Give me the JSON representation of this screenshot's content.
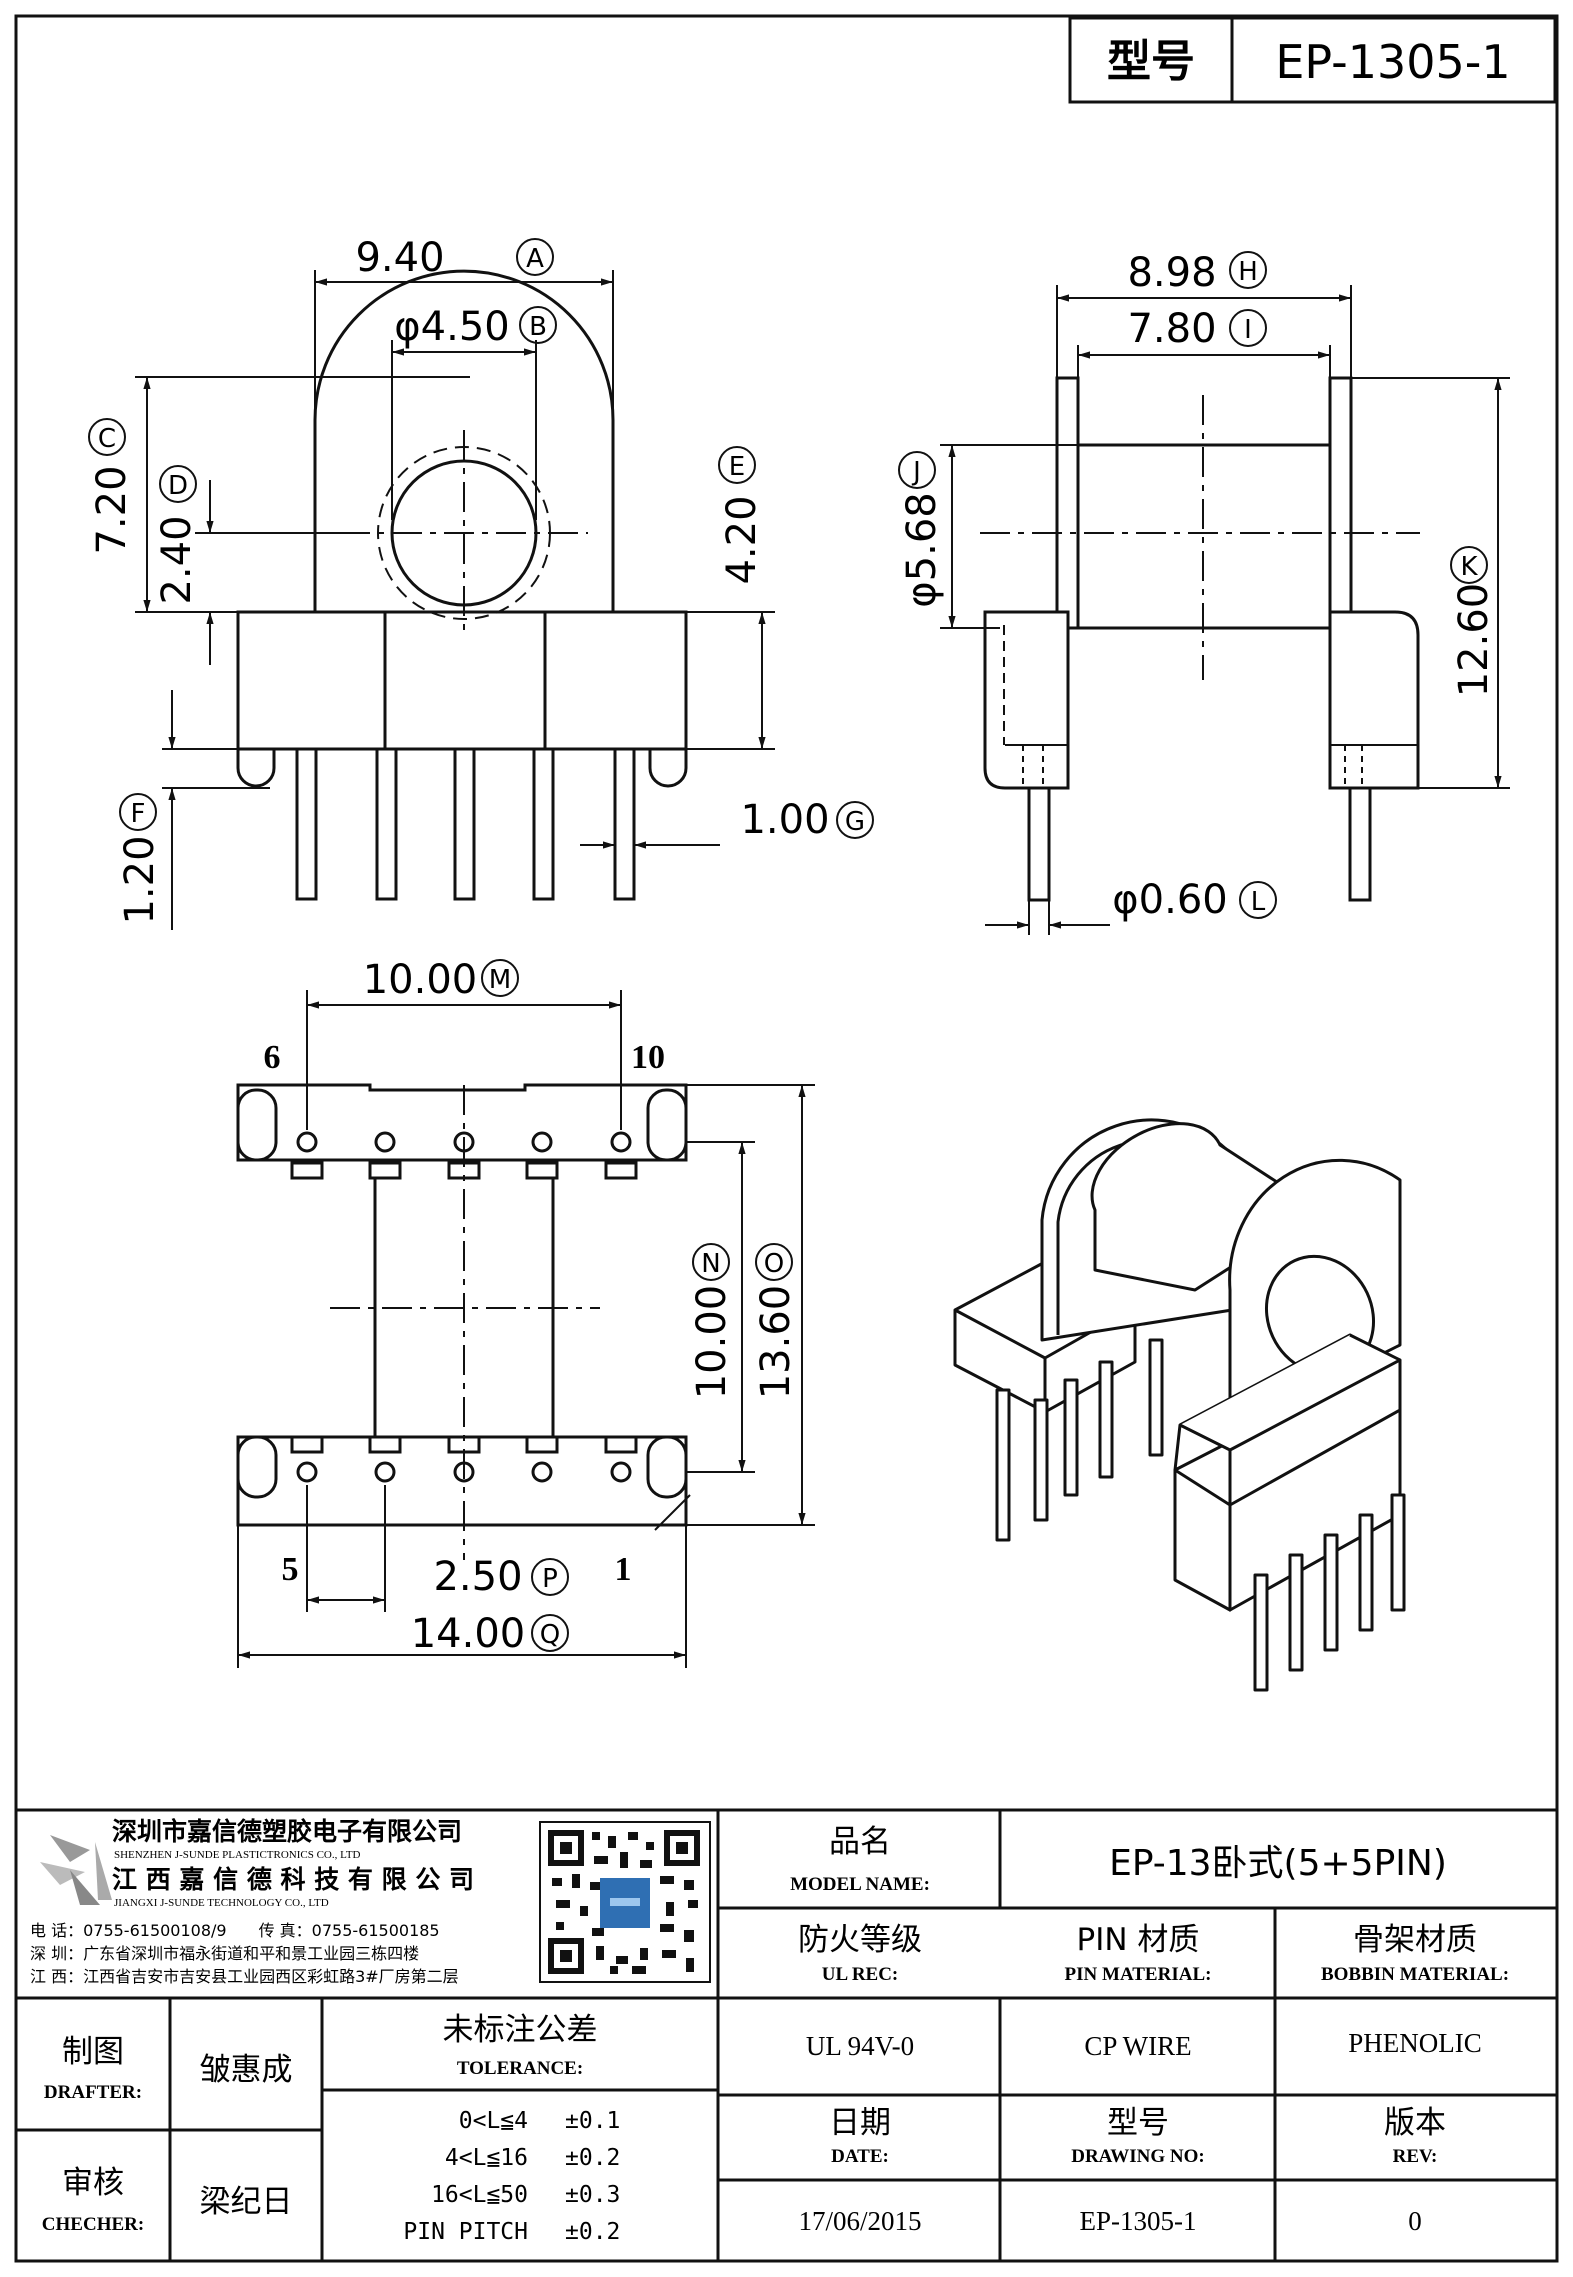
{
  "header": {
    "model_label": "型号",
    "model_value": "EP-1305-1"
  },
  "dimensions": {
    "A": {
      "value": "9.40",
      "tag": "A"
    },
    "B": {
      "value": "φ4.50",
      "tag": "B"
    },
    "C": {
      "value": "7.20",
      "tag": "C"
    },
    "D": {
      "value": "2.40",
      "tag": "D"
    },
    "E": {
      "value": "4.20",
      "tag": "E"
    },
    "F": {
      "value": "1.20",
      "tag": "F"
    },
    "G": {
      "value": "1.00",
      "tag": "G"
    },
    "H": {
      "value": "8.98",
      "tag": "H"
    },
    "I": {
      "value": "7.80",
      "tag": "I"
    },
    "J": {
      "value": "φ5.68",
      "tag": "J"
    },
    "K": {
      "value": "12.60",
      "tag": "K"
    },
    "L": {
      "value": "φ0.60",
      "tag": "L"
    },
    "M": {
      "value": "10.00",
      "tag": "M"
    },
    "N": {
      "value": "10.00",
      "tag": "N"
    },
    "O": {
      "value": "13.60",
      "tag": "O"
    },
    "P": {
      "value": "2.50",
      "tag": "P"
    },
    "Q": {
      "value": "14.00",
      "tag": "Q"
    }
  },
  "pins": {
    "p6": "6",
    "p10": "10",
    "p5": "5",
    "p1": "1"
  },
  "company": {
    "cn1": "深圳市嘉信德塑胶电子有限公司",
    "en1": "SHENZHEN J-SUNDE PLASTICTRONICS CO., LTD",
    "cn2": "江 西 嘉 信 德 科 技 有 限 公 司",
    "en2": "JIANGXI J-SUNDE TECHNOLOGY CO., LTD",
    "phone": "电 话：0755-61500108/9　　传 真：0755-61500185",
    "addr_sz": "深 圳：广东省深圳市福永街道和平和景工业园三栋四楼",
    "addr_jx": "江 西：江西省吉安市吉安县工业园西区彩虹路3#厂房第二层"
  },
  "titleblock": {
    "model_name_cn": "品名",
    "model_name_en": "MODEL NAME:",
    "model_name_value": "EP-13卧式(5+5PIN)",
    "ul_cn": "防火等级",
    "ul_en": "UL REC:",
    "pin_mat_cn": "PIN 材质",
    "pin_mat_en": "PIN MATERIAL:",
    "bob_mat_cn": "骨架材质",
    "bob_mat_en": "BOBBIN MATERIAL:",
    "ul_value": "UL 94V-0",
    "pin_value": "CP WIRE",
    "bob_value": "PHENOLIC",
    "date_cn": "日期",
    "date_en": "DATE:",
    "drawing_cn": "型号",
    "drawing_en": "DRAWING NO:",
    "rev_cn": "版本",
    "rev_en": "REV:",
    "date_value": "17/06/2015",
    "drawing_value": "EP-1305-1",
    "rev_value": "0",
    "drafter_cn": "制图",
    "drafter_en": "DRAFTER:",
    "drafter_name": "皱惠成",
    "checker_cn": "审核",
    "checker_en": "CHECHER:",
    "checker_name": "梁纪日",
    "tol_cn": "未标注公差",
    "tol_en": "TOLERANCE:",
    "tol_rows": [
      {
        "range": "0<L≦4",
        "val": "±0.1"
      },
      {
        "range": "4<L≦16",
        "val": "±0.2"
      },
      {
        "range": "16<L≦50",
        "val": "±0.3"
      },
      {
        "range": "PIN PITCH",
        "val": "±0.2"
      }
    ]
  }
}
